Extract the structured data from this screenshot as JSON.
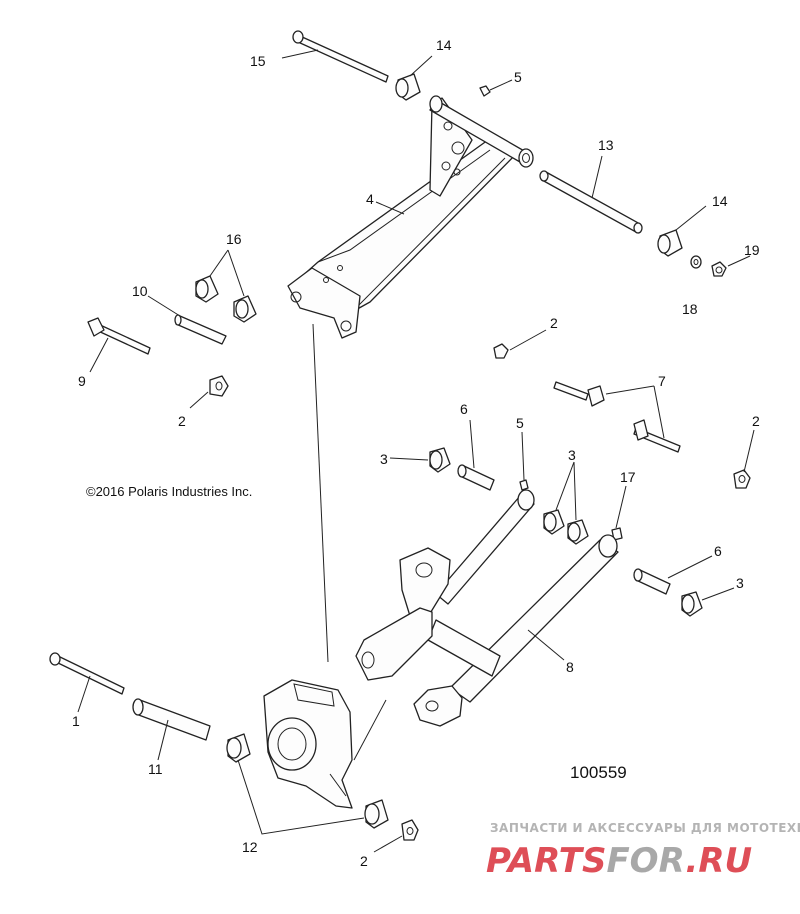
{
  "diagram": {
    "copyright": "©2016 Polaris Industries Inc.",
    "figure_number": "100559",
    "callouts": {
      "c1": "1",
      "c2a": "2",
      "c2b": "2",
      "c2c": "2",
      "c2d": "2",
      "c3a": "3",
      "c3b": "3",
      "c3c": "3",
      "c4": "4",
      "c5a": "5",
      "c5b": "5",
      "c6a": "6",
      "c6b": "6",
      "c7": "7",
      "c8": "8",
      "c9": "9",
      "c10": "10",
      "c11": "11",
      "c12": "12",
      "c13": "13",
      "c14a": "14",
      "c14b": "14",
      "c15": "15",
      "c16": "16",
      "c17": "17",
      "c18": "18",
      "c19": "19"
    }
  },
  "watermark": {
    "tagline": "ЗАПЧАСТИ И АКСЕССУАРЫ ДЛЯ МОТОТЕХНИКИ",
    "logo_part1": "PARTS",
    "logo_part2": "FOR",
    "logo_part3": ".RU",
    "color_primary": "#d9303a",
    "color_secondary": "#9a9a9a"
  }
}
